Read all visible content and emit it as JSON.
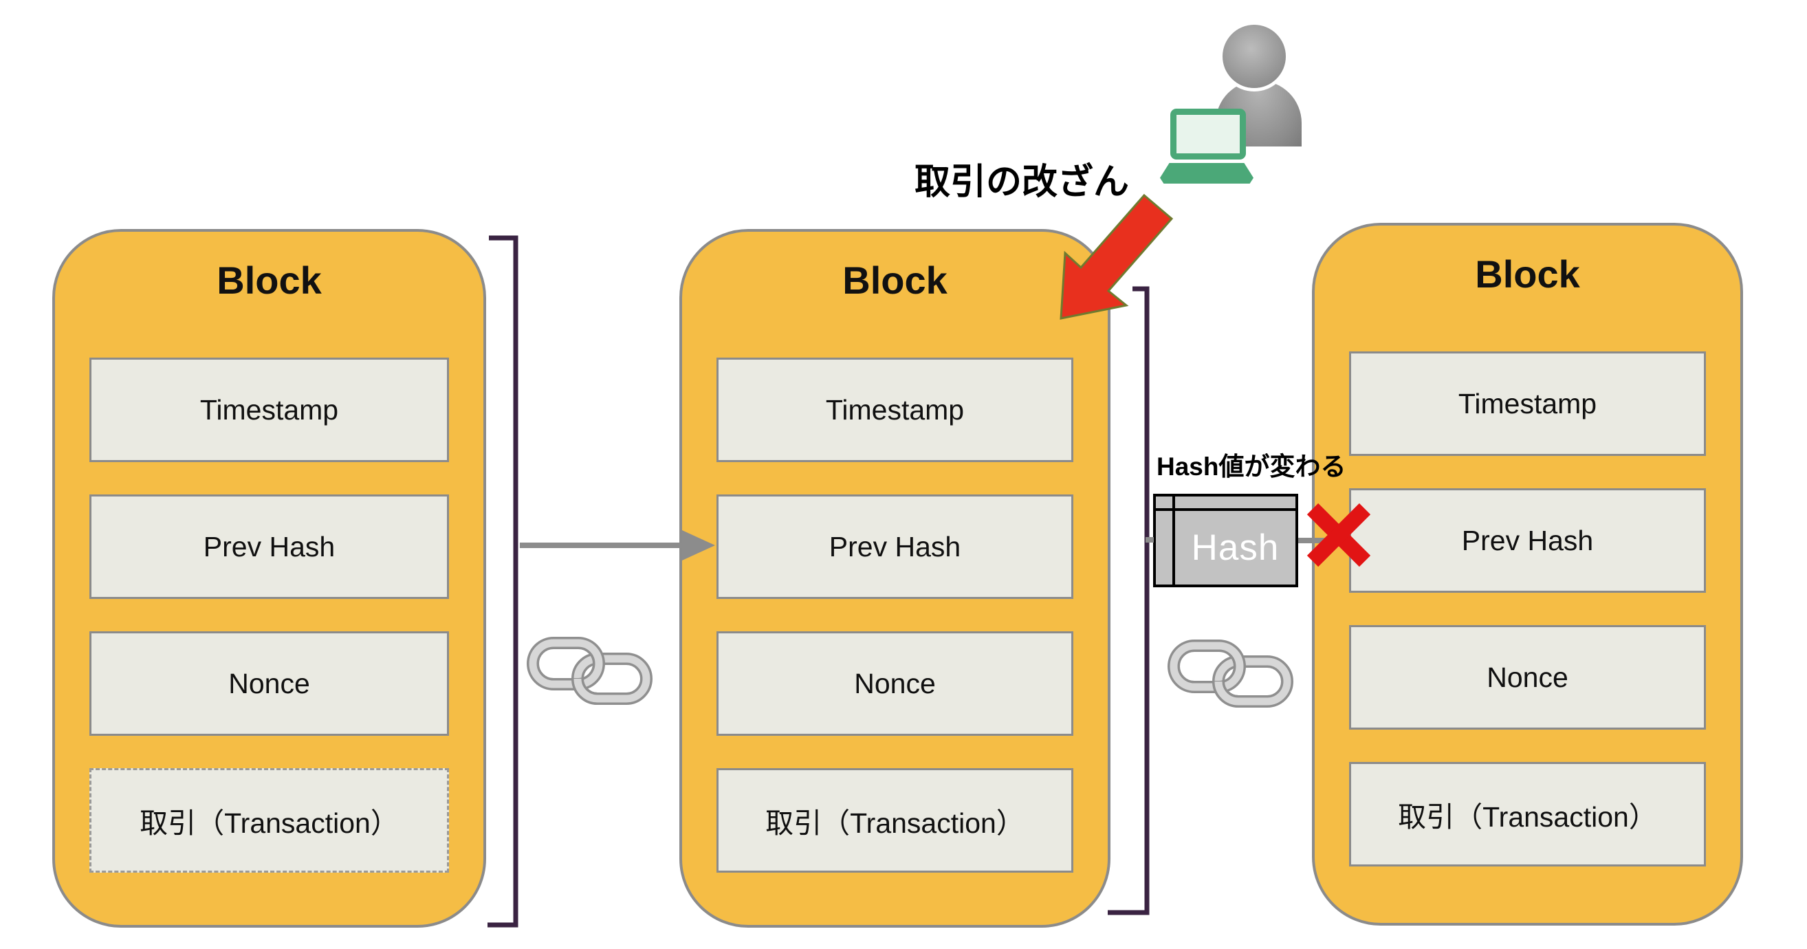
{
  "annotations": {
    "tamper_label": "取引の改ざん",
    "hash_change_label": "Hash値が変わる"
  },
  "hash_table": {
    "label": "Hash"
  },
  "blocks": [
    {
      "title": "Block",
      "fields": [
        "Timestamp",
        "Prev Hash",
        "Nonce",
        "取引（Transaction）"
      ]
    },
    {
      "title": "Block",
      "fields": [
        "Timestamp",
        "Prev Hash",
        "Nonce",
        "取引（Transaction）"
      ]
    },
    {
      "title": "Block",
      "fields": [
        "Timestamp",
        "Prev Hash",
        "Nonce",
        "取引（Transaction）"
      ]
    }
  ],
  "icons": {
    "person": "attacker-person-icon",
    "laptop": "laptop-icon",
    "chain": "chain-link-icon",
    "tamper_arrow": "red-tamper-arrow-icon",
    "invalid_mark": "red-x-icon",
    "hash_table": "hash-table-icon",
    "scope_bracket": "block-scope-bracket",
    "link_arrow": "prev-hash-arrow"
  },
  "colors": {
    "block_fill": "#F5BD45",
    "block_border": "#8B8B8B",
    "field_fill": "#EAEAE2",
    "field_border": "#8B8B8B",
    "bracket": "#3A2342",
    "connector_gray": "#8C8C8C",
    "chain_light": "#D7D7D7",
    "chain_outline": "#8F8F8F",
    "tamper_arrow_red": "#E8301E",
    "tamper_arrow_outline": "#6F7A2F",
    "x_red": "#E11414",
    "hash_fill": "#C2C2C2",
    "hash_border": "#000000",
    "hash_text": "#FFFFFF",
    "laptop_green": "#4BA878",
    "laptop_screen": "#E8F4EC",
    "person_gray": "#909090"
  }
}
